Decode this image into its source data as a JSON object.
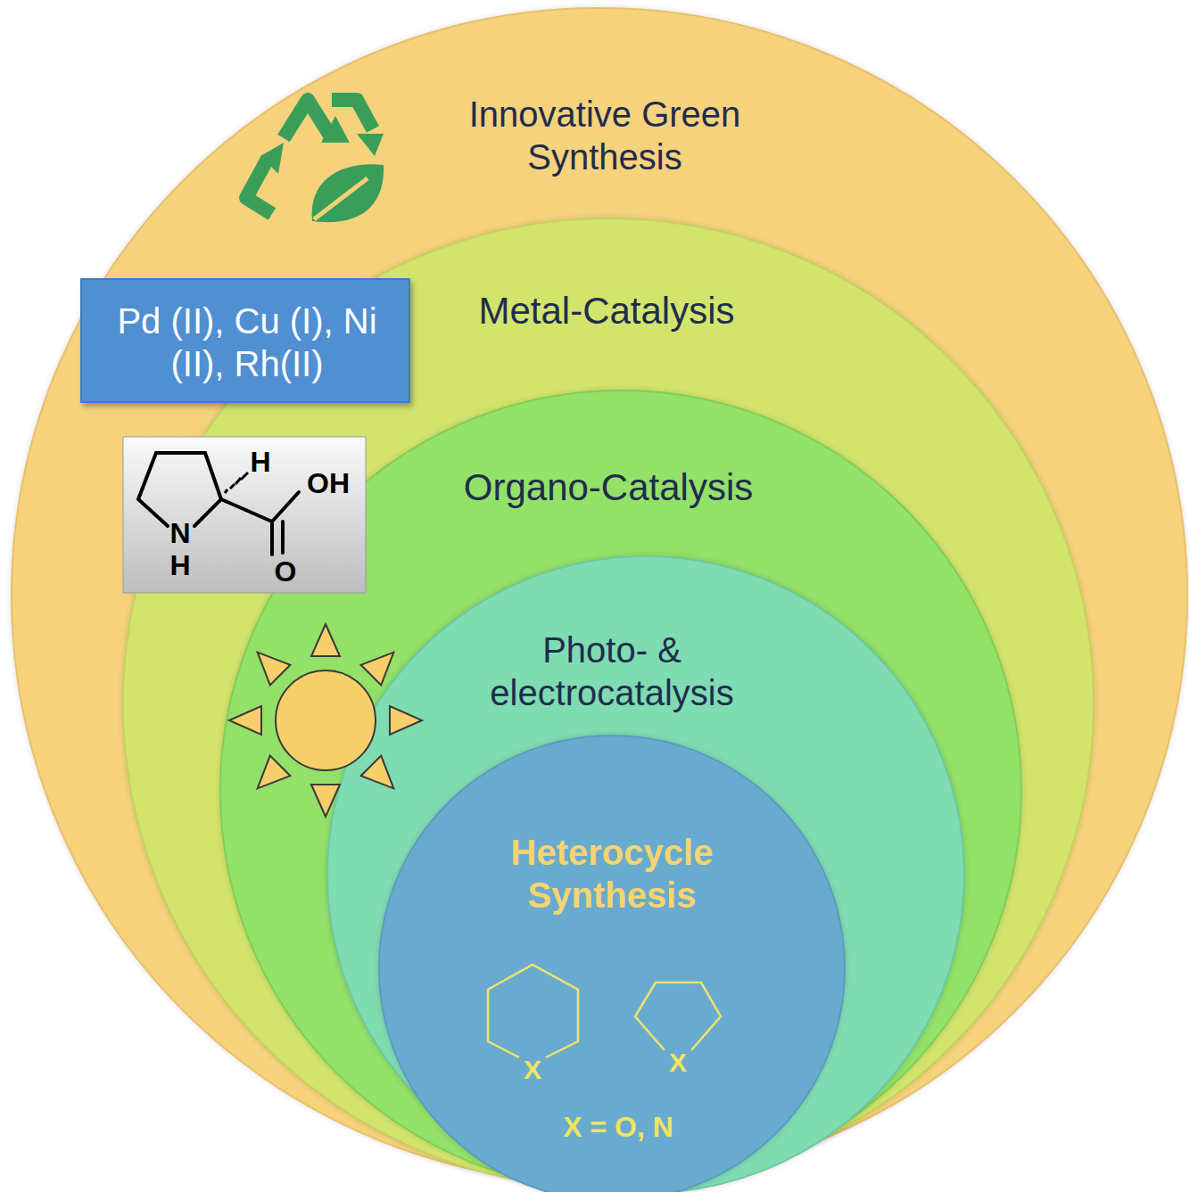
{
  "diagram": {
    "nodes": [
      {
        "text": [
          "Innovative Green Synthesis"
        ]
      },
      {
        "text": [
          "Metal-Catalysis"
        ],
        "in": 0
      },
      {
        "text": [
          "Organo-Catalysis"
        ],
        "in": 1
      },
      {
        "text": [
          "Photo- & electrocatalysis"
        ],
        "in": 2
      },
      {
        "text": [
          "Heterocycle Synthesis"
        ],
        "in": 3
      },
      {
        "text": [
          "Pd (II), Cu (I), Ni (II), Rh(II)"
        ],
        "in": 0
      }
    ],
    "labels": [
      "H",
      "OH",
      "N",
      "H",
      "O",
      "X",
      "X",
      "X = O, N"
    ]
  }
}
